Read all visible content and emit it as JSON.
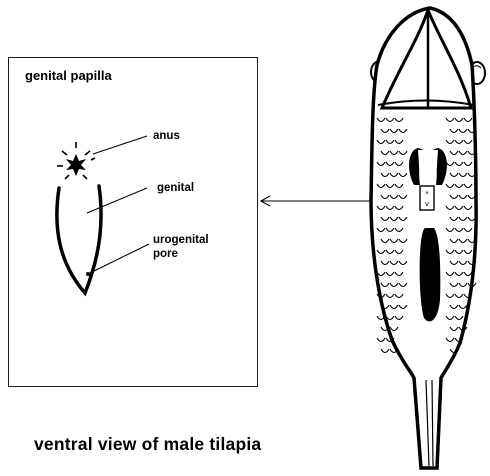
{
  "inset": {
    "title": "genital papilla",
    "labels": {
      "anus": "anus",
      "genital": "genital",
      "urogenital_line1": "urogenital",
      "urogenital_line2": "pore"
    }
  },
  "caption": "ventral view of male tilapia",
  "colors": {
    "ink": "#000000",
    "paper": "#ffffff"
  }
}
